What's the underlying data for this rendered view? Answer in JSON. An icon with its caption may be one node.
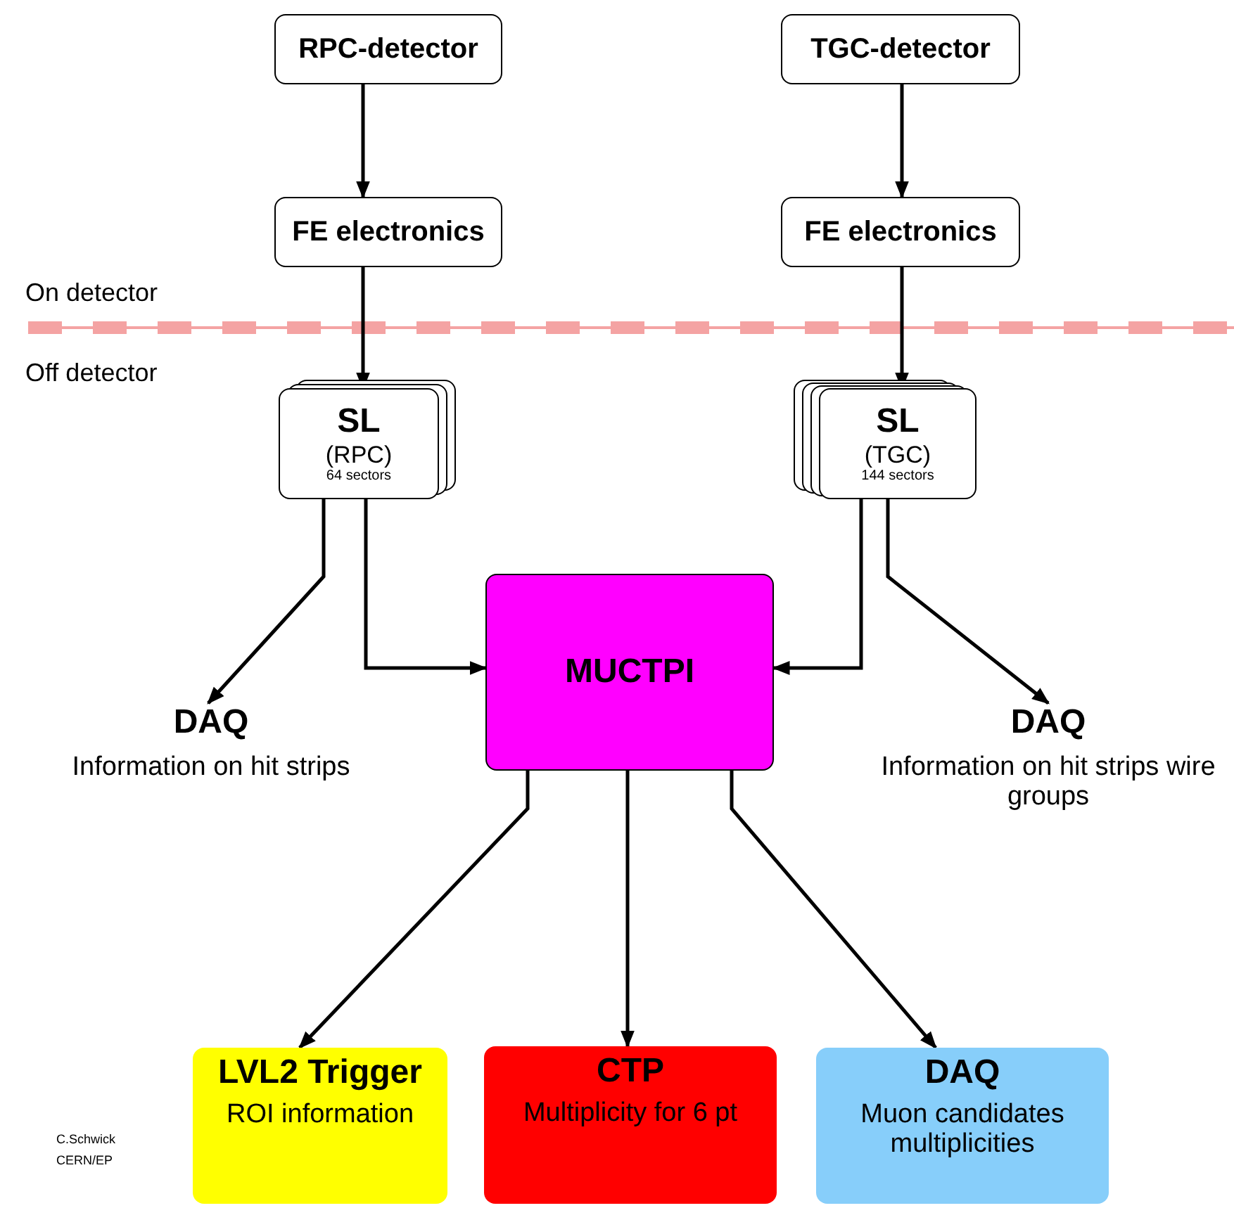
{
  "diagram": {
    "nodes": [
      {
        "text": [
          "RPC-detector"
        ]
      },
      {
        "text": [
          "TGC-detector"
        ]
      },
      {
        "text": [
          "FE electronics"
        ]
      },
      {
        "text": [
          "FE electronics"
        ]
      },
      {
        "text": [
          "SL",
          "(RPC)",
          "64 sectors"
        ]
      },
      {
        "text": [
          "SL",
          "(TGC)",
          "144 sectors"
        ]
      },
      {
        "text": [
          "MUCTPI"
        ]
      },
      {
        "text": [
          "DAQ",
          "Information on hit strips"
        ]
      },
      {
        "text": [
          "DAQ",
          "Information on hit strips wire groups"
        ]
      },
      {
        "text": [
          "LVL2 Trigger",
          "ROI information"
        ]
      },
      {
        "text": [
          "CTP",
          "Multiplicity for 6 pt"
        ]
      },
      {
        "text": [
          "DAQ",
          "Muon candidates multiplicities"
        ]
      }
    ],
    "edges": [
      {
        "from": 0,
        "to": 2,
        "arrow": "to"
      },
      {
        "from": 1,
        "to": 3,
        "arrow": "to"
      },
      {
        "from": 2,
        "to": 4,
        "arrow": "to"
      },
      {
        "from": 3,
        "to": 5,
        "arrow": "to"
      },
      {
        "from": 4,
        "to": 7,
        "arrow": "to"
      },
      {
        "from": 4,
        "to": 6,
        "arrow": "to"
      },
      {
        "from": 5,
        "to": 6,
        "arrow": "to"
      },
      {
        "from": 5,
        "to": 8,
        "arrow": "to"
      },
      {
        "from": 6,
        "to": 9,
        "arrow": "to"
      },
      {
        "from": 6,
        "to": 10,
        "arrow": "to"
      },
      {
        "from": 6,
        "to": 11,
        "arrow": "to"
      }
    ],
    "labels": [
      "On detector",
      "Off detector",
      "C.Schwick",
      "CERN/EP"
    ]
  }
}
